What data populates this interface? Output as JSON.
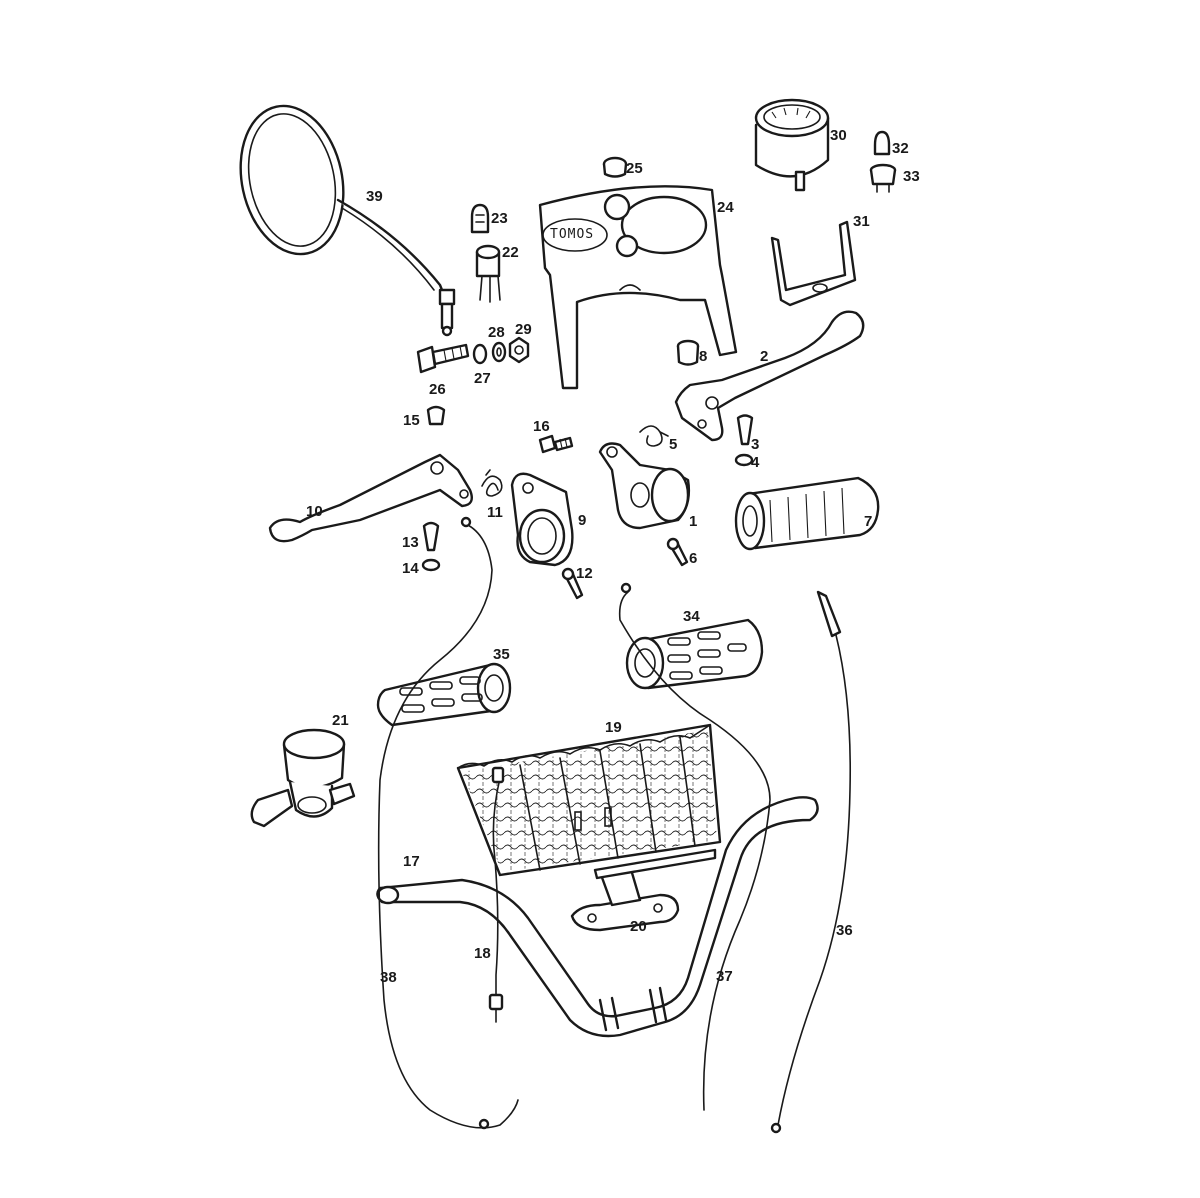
{
  "diagram": {
    "logo_text": "TOMOS",
    "ink_color": "#1a1a1a",
    "background_color": "#ffffff"
  },
  "callouts": {
    "p1": "1",
    "p2": "2",
    "p3": "3",
    "p4": "4",
    "p5": "5",
    "p6": "6",
    "p7": "7",
    "p8": "8",
    "p9": "9",
    "p10": "10",
    "p11": "11",
    "p12": "12",
    "p13": "13",
    "p14": "14",
    "p15": "15",
    "p16": "16",
    "p17": "17",
    "p18": "18",
    "p19": "19",
    "p20": "20",
    "p21": "21",
    "p22": "22",
    "p23": "23",
    "p24": "24",
    "p25": "25",
    "p26": "26",
    "p27": "27",
    "p28": "28",
    "p29": "29",
    "p30": "30",
    "p31": "31",
    "p32": "32",
    "p33": "33",
    "p34": "34",
    "p35": "35",
    "p36": "36",
    "p37": "37",
    "p38": "38",
    "p39": "39"
  }
}
